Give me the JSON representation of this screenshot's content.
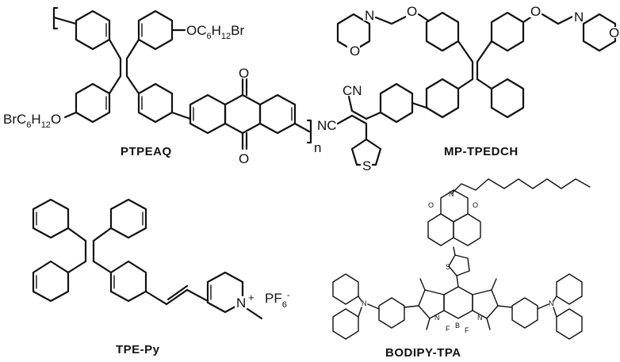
{
  "compounds": [
    {
      "name": "PTPEAQ",
      "labels": {
        "pendant_top": "OC",
        "pendant_top_sub1": "6",
        "pendant_top_h": "H",
        "pendant_top_sub2": "12",
        "pendant_top_end": "Br",
        "pendant_bottom": "BrC",
        "pendant_bottom_sub1": "6",
        "pendant_bottom_h": "H",
        "pendant_bottom_sub2": "12",
        "pendant_bottom_end": "O",
        "carbonyl_top": "O",
        "carbonyl_bottom": "O",
        "repeat_index": "n"
      }
    },
    {
      "name": "MP-TPEDCH",
      "labels": {
        "morph_left_o": "O",
        "morph_left_n": "N",
        "ether_left": "O",
        "ether_right": "O",
        "morph_right_n": "N",
        "morph_right_o": "O",
        "cn_top": "CN",
        "cn_left": "NC",
        "thiophene_s": "S"
      }
    },
    {
      "name": "TPE-Py",
      "labels": {
        "counterion": "PF",
        "counterion_sub": "6",
        "counterion_sup": "-",
        "pyridinium_n": "N",
        "charge": "+"
      }
    },
    {
      "name": "BODIPY-TPA",
      "labels": {
        "imide_n": "N",
        "imide_o_left": "O",
        "imide_o_right": "O",
        "thiophene_s": "S",
        "amine_left": "N",
        "amine_right": "N",
        "bodipy_n_left": "N",
        "bodipy_n_right": "N",
        "bodipy_b": "B",
        "bodipy_f1": "F",
        "bodipy_f2": "F"
      }
    }
  ]
}
